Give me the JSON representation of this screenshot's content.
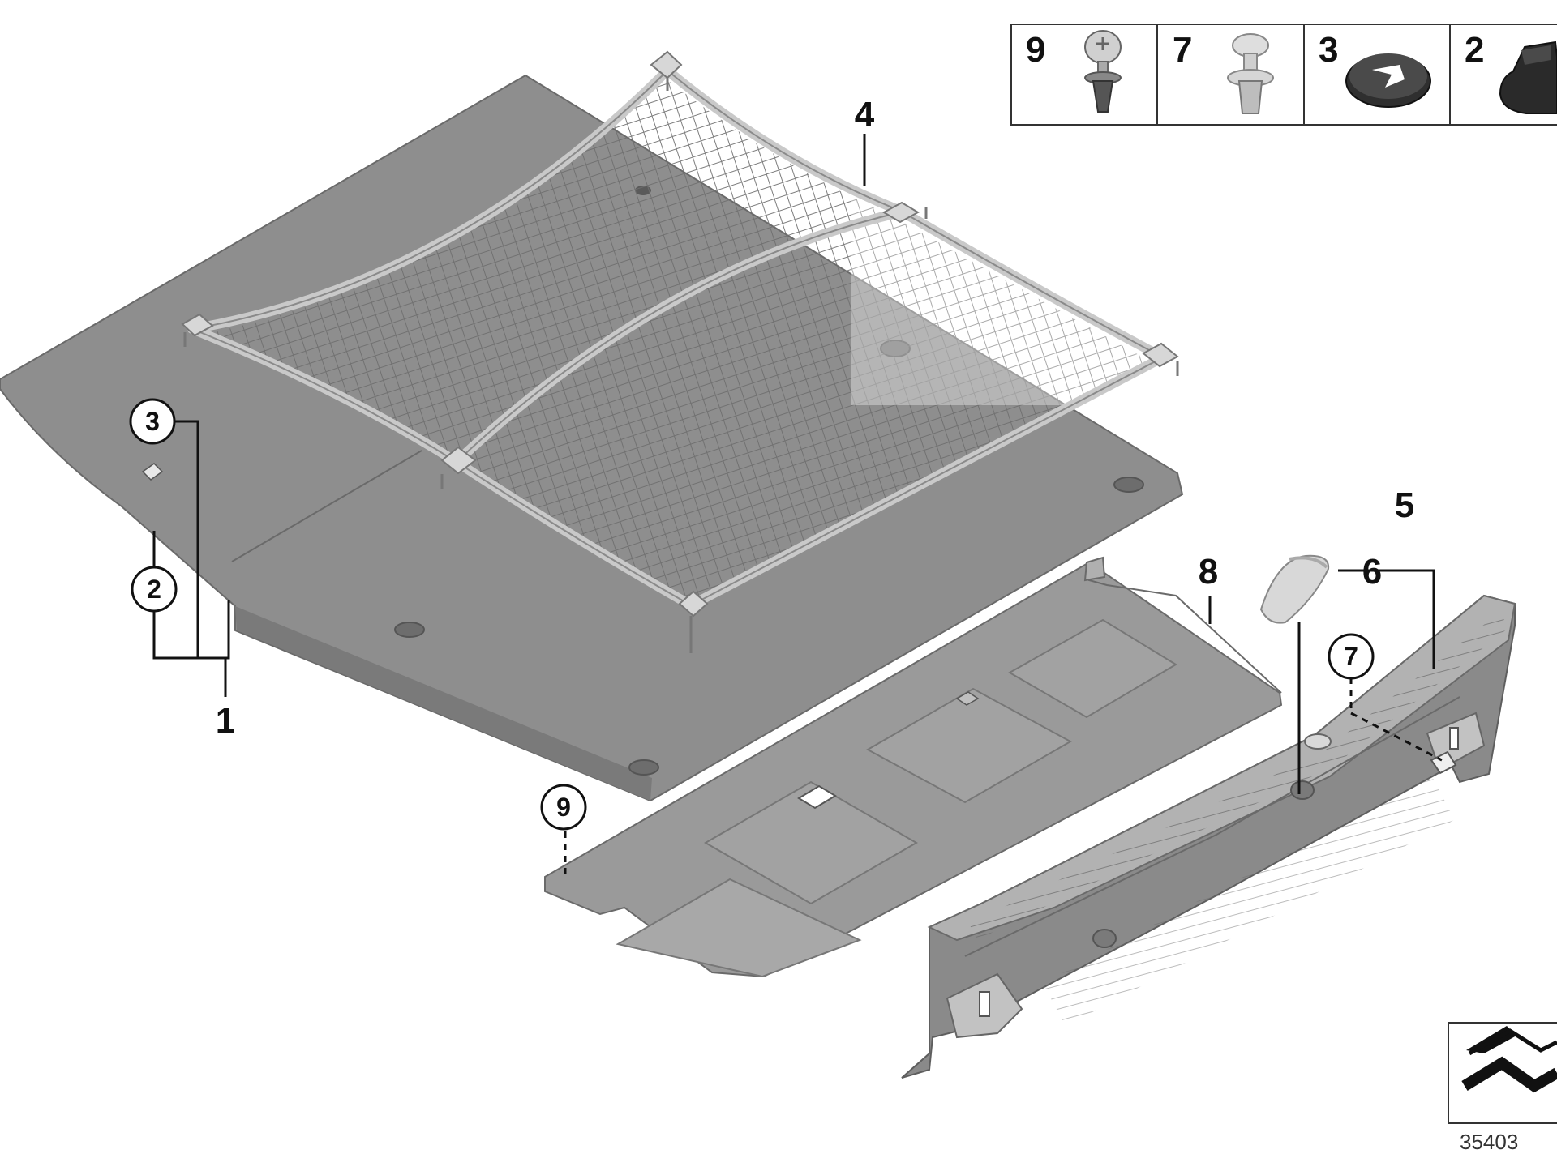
{
  "diagram": {
    "callouts": [
      {
        "id": "1",
        "label": "1"
      },
      {
        "id": "2",
        "label": "2"
      },
      {
        "id": "3",
        "label": "3"
      },
      {
        "id": "4",
        "label": "4"
      },
      {
        "id": "5",
        "label": "5"
      },
      {
        "id": "6",
        "label": "6"
      },
      {
        "id": "7",
        "label": "7"
      },
      {
        "id": "8",
        "label": "8"
      },
      {
        "id": "9",
        "label": "9"
      }
    ],
    "legend": {
      "items": [
        {
          "label": "9",
          "part": "screw-clip"
        },
        {
          "label": "7",
          "part": "expanding-rivet"
        },
        {
          "label": "3",
          "part": "round-clip"
        },
        {
          "label": "2",
          "part": "nut-clip"
        }
      ]
    },
    "reference_number": "35403",
    "colors": {
      "panel": "#8e8e8e",
      "panel_dark": "#7c7c7c",
      "panel_light": "#a8a8a8",
      "net_frame": "#c9c9c9",
      "net_line": "#6e6e6e",
      "ink": "#111111"
    }
  }
}
